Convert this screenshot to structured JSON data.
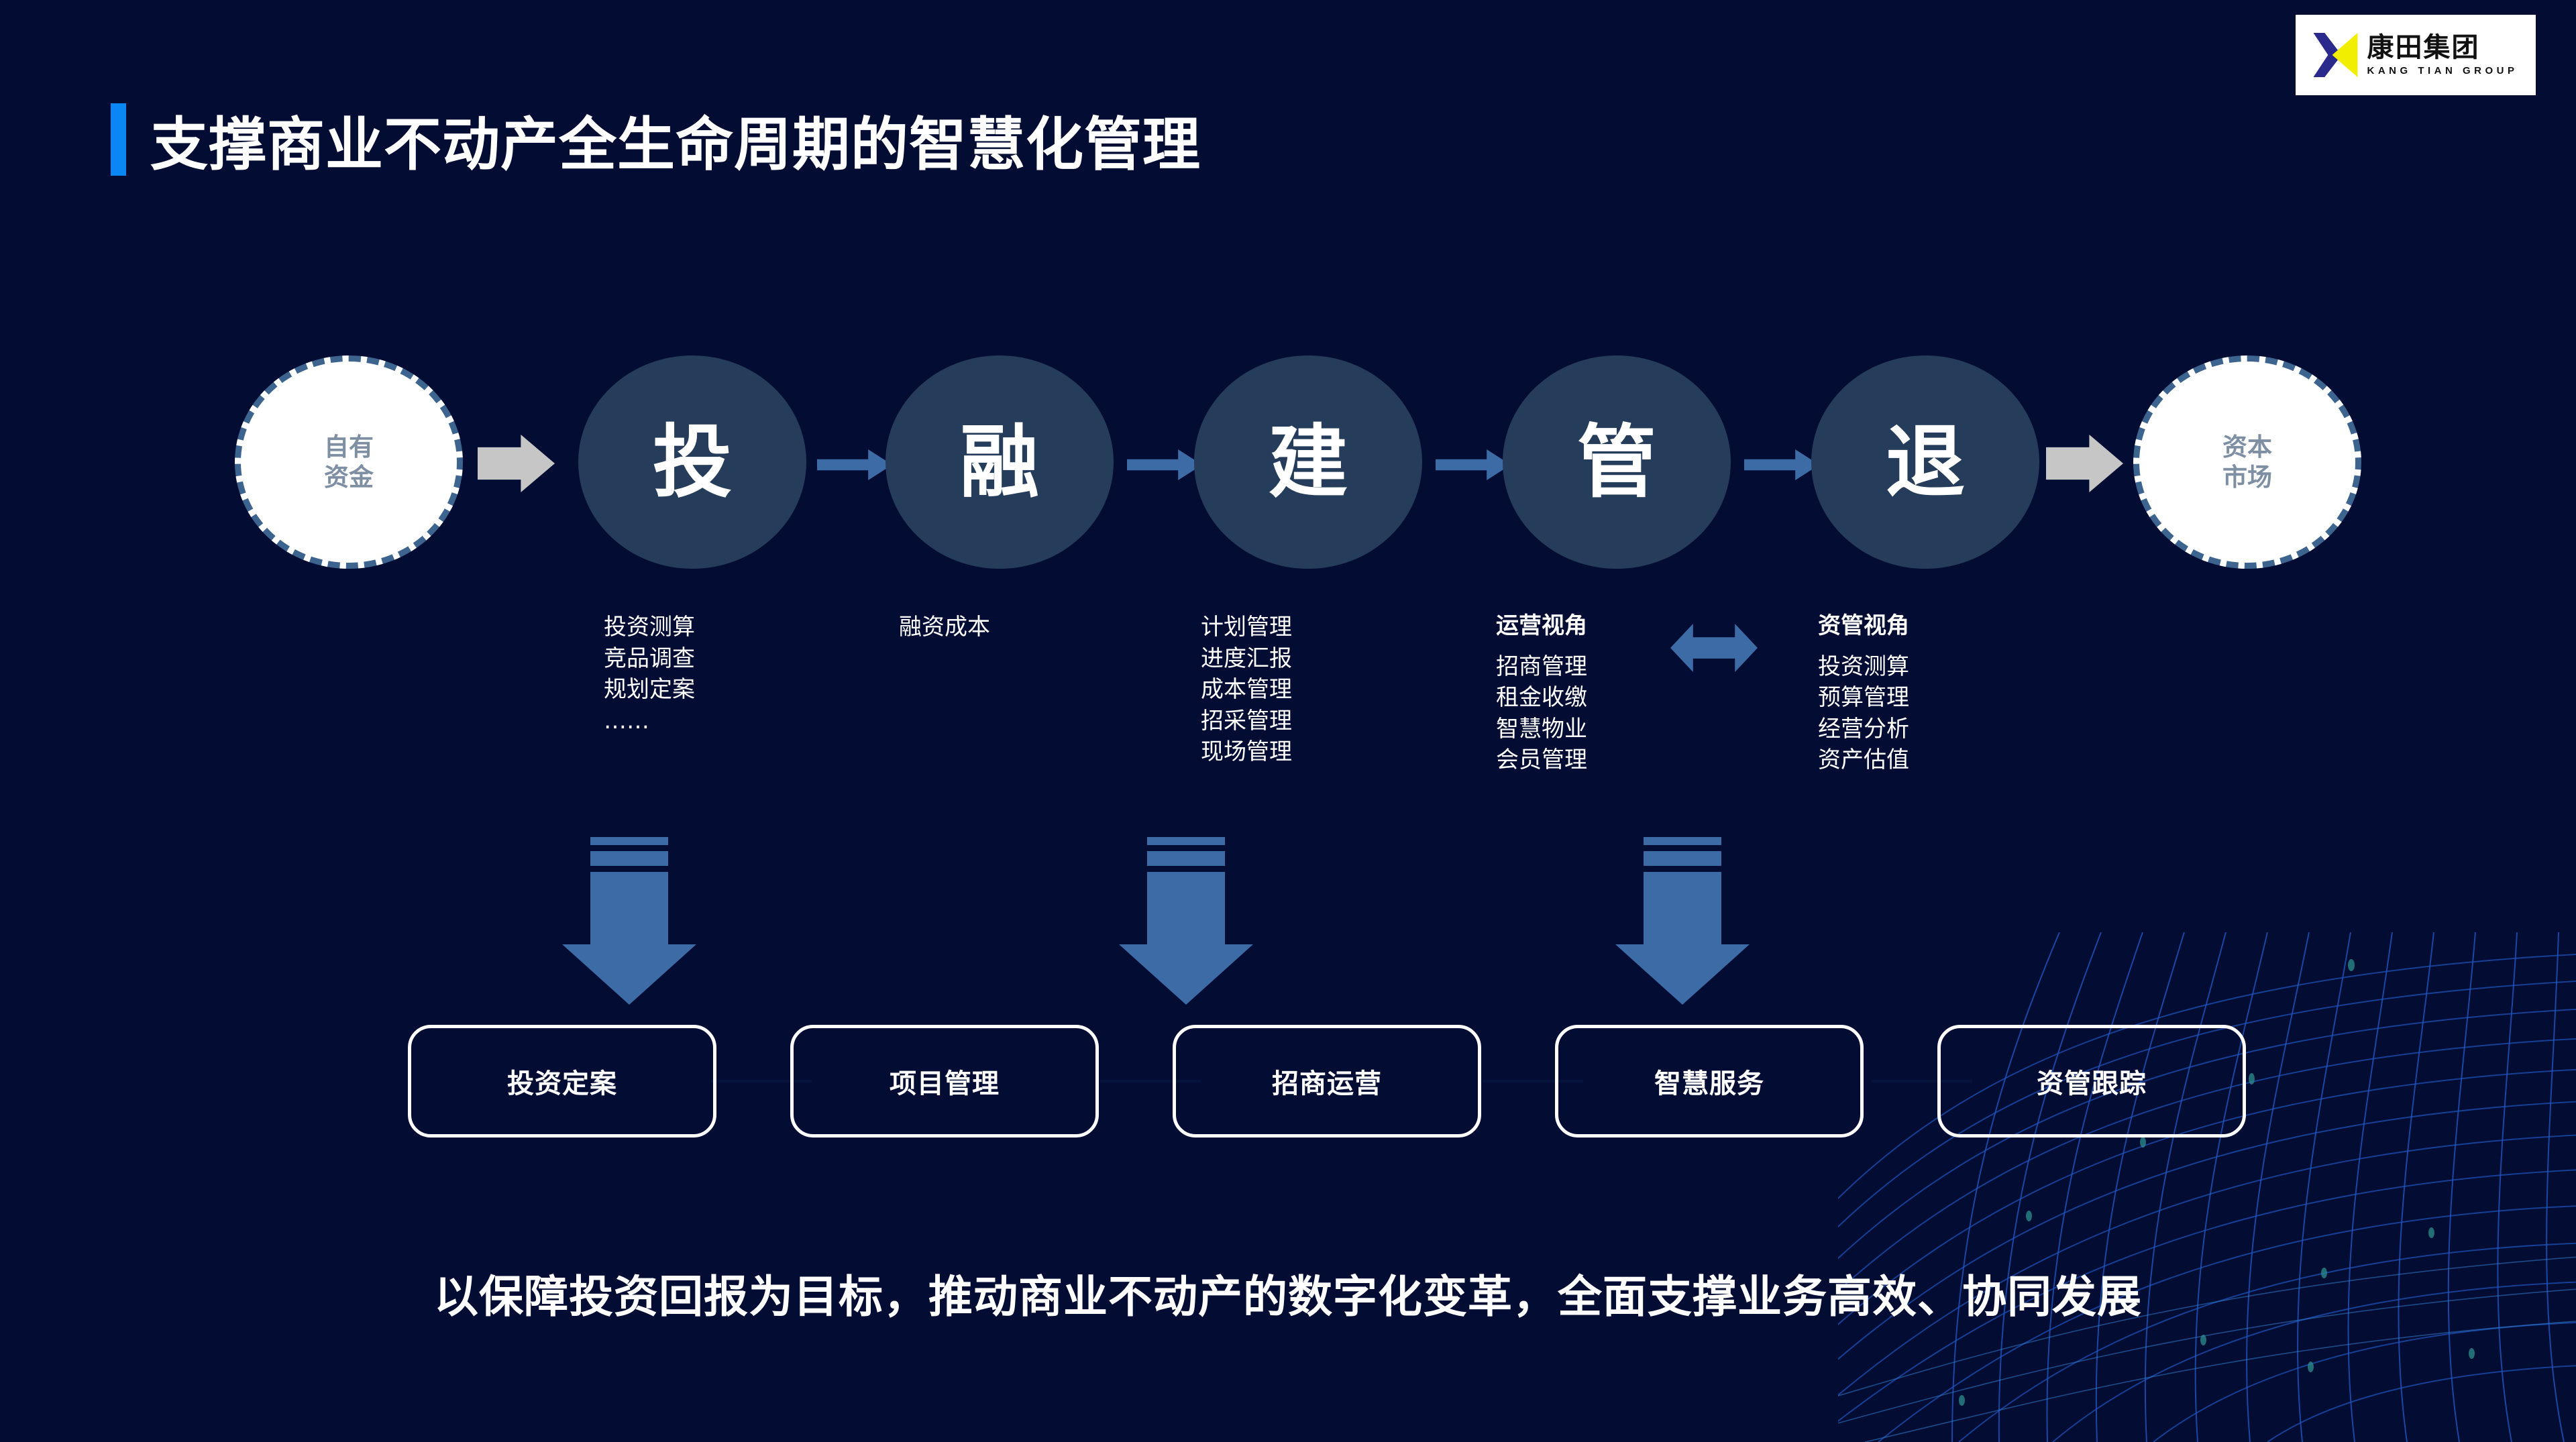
{
  "slide": {
    "background_color": "#030c33",
    "accent_color": "#0a86f5",
    "title": "支撑商业不动产全生命周期的智慧化管理",
    "tagline": "以保障投资回报为目标，推动商业不动产的数字化变革，全面支撑业务高效、协同发展"
  },
  "logo": {
    "name_cn": "康田集团",
    "name_en": "KANG TIAN GROUP",
    "mark_colors": {
      "left": "#2a2a8c",
      "right": "#f2ee00"
    }
  },
  "flow": {
    "nodes": [
      {
        "type": "white",
        "label": "自有\n资金",
        "line1": "自有",
        "line2": "资金"
      },
      {
        "type": "dark",
        "label": "投"
      },
      {
        "type": "dark",
        "label": "融"
      },
      {
        "type": "dark",
        "label": "建"
      },
      {
        "type": "dark",
        "label": "管"
      },
      {
        "type": "dark",
        "label": "退"
      },
      {
        "type": "white",
        "label": "资本\n市场",
        "line1": "资本",
        "line2": "市场"
      }
    ],
    "arrow_colors": {
      "gray": "#c6c6c6",
      "blue": "#3d6ba5"
    }
  },
  "columns": [
    {
      "key": "tou",
      "heading": "",
      "items": [
        "投资测算",
        "竞品调查",
        "规划定案",
        "……"
      ]
    },
    {
      "key": "rong",
      "heading": "",
      "items": [
        "融资成本"
      ]
    },
    {
      "key": "jian",
      "heading": "",
      "items": [
        "计划管理",
        "进度汇报",
        "成本管理",
        "招采管理",
        "现场管理"
      ]
    },
    {
      "key": "guan_operation",
      "heading": "运营视角",
      "items": [
        "招商管理",
        "租金收缴",
        "智慧物业",
        "会员管理"
      ]
    },
    {
      "key": "guan_asset",
      "heading": "资管视角",
      "items": [
        "投资测算",
        "预算管理",
        "经营分析",
        "资产估值"
      ]
    }
  ],
  "boxes": [
    {
      "label": "投资定案"
    },
    {
      "label": "项目管理"
    },
    {
      "label": "招商运营"
    },
    {
      "label": "智慧服务"
    },
    {
      "label": "资管跟踪"
    }
  ]
}
